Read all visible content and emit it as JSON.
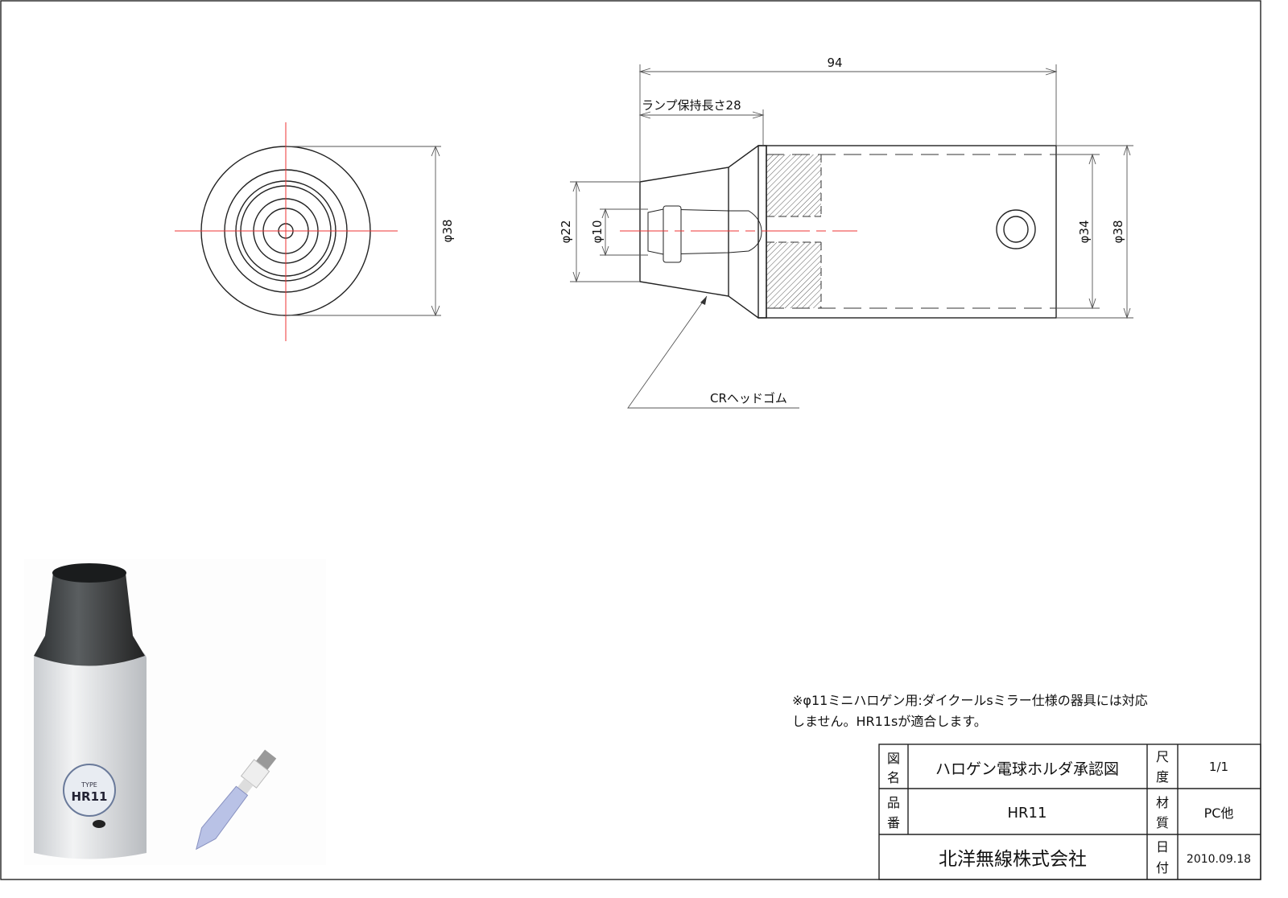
{
  "drawing": {
    "dimensions": {
      "front_diameter": "φ38",
      "overall_length": "94",
      "lamp_hold_length": "ランプ保持長さ28",
      "tip_diameter": "φ22",
      "bore_diameter": "φ10",
      "inner_diameter": "φ34",
      "outer_diameter": "φ38"
    },
    "callout": "CRヘッドゴム",
    "centerline_color": "#e33333"
  },
  "photo": {
    "label_lettering": "TYPE HR11"
  },
  "note": {
    "line1": "※φ11ミニハロゲン用:ダイクールsミラー仕様の器具には対応",
    "line2": "しません。HR11sが適合します。"
  },
  "title_block": {
    "drawing_name_label_1": "図",
    "drawing_name_label_2": "名",
    "drawing_name": "ハロゲン電球ホルダ承認図",
    "scale_label_1": "尺",
    "scale_label_2": "度",
    "scale": "1/1",
    "part_no_label_1": "品",
    "part_no_label_2": "番",
    "part_no": "HR11",
    "material_label_1": "材",
    "material_label_2": "質",
    "material": "PC他",
    "company": "北洋無線株式会社",
    "date_label_1": "日",
    "date_label_2": "付",
    "date": "2010.09.18"
  }
}
